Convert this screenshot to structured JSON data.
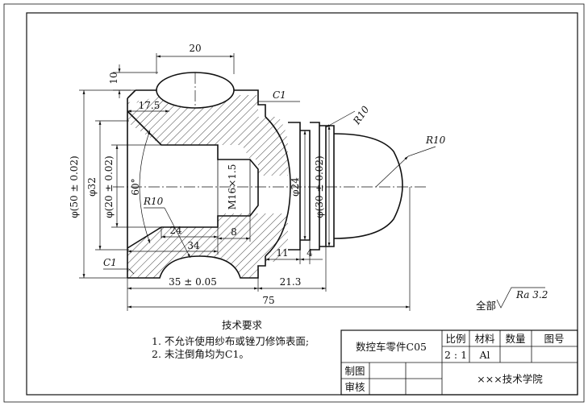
{
  "dimensions": {
    "d20": "20",
    "d10": "10",
    "d17_5": "17.5",
    "c1_top": "C1",
    "c1_left": "C1",
    "r10_top": "R10",
    "r10_right": "R10",
    "r10_left": "R10",
    "dia50": "φ(50 ± 0.02)",
    "dia32": "φ32",
    "dia20": "φ(20 ± 0.02)",
    "angle60": "60°",
    "thread": "M16×1.5",
    "dia24": "φ24",
    "dia30": "φ(30 ± 0.02)",
    "d24": "24",
    "d8": "8",
    "d34": "34",
    "d11": "11",
    "d4": "4",
    "d35": "35 ± 0.05",
    "d21_3": "21.3",
    "d75": "75"
  },
  "roughness": {
    "prefix": "全部",
    "value": "Ra 3.2"
  },
  "requirements": {
    "title": "技术要求",
    "item1": "1. 不允许使用纱布或锉刀修饰表面;",
    "item2": "2. 未注倒角均为C1。"
  },
  "title_block": {
    "part_name": "数控车零件C05",
    "scale_label": "比例",
    "material_label": "材料",
    "quantity_label": "数量",
    "drawing_no_label": "图号",
    "scale_value": "2 : 1",
    "material_value": "Al",
    "drawn_label": "制图",
    "checked_label": "审核",
    "school": "×××技术学院"
  }
}
